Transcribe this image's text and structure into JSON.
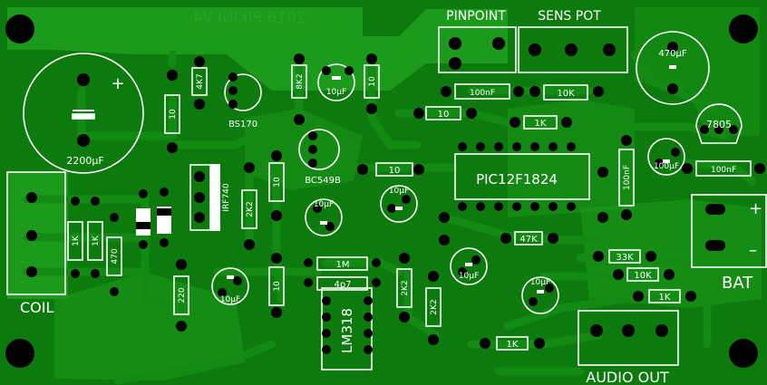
{
  "colors": {
    "board": "#0c7a0c",
    "copper": "#1c9a1c",
    "copper_dark": "#138a13",
    "silk": "#ffffff",
    "pad": "#000000",
    "ghost_text": "#2aa02a"
  },
  "board": {
    "ghost_title": "2016 PIKINI V4"
  },
  "headers": {
    "pinpoint": "PINPOINT",
    "sens_pot": "SENS POT",
    "coil": "COIL",
    "bat": "BAT",
    "bat_plus": "+",
    "bat_minus": "–",
    "audio_out": "AUDIO OUT"
  },
  "components": {
    "c_2200": "2200µF",
    "c_2200_plus": "+",
    "r_4k7": "4K7",
    "r_8k2": "8K2",
    "r_10_a": "10",
    "r_10_b": "10",
    "r_10_c": "10",
    "r_10_d": "10",
    "r_10_e": "10",
    "r_10_f": "10",
    "bs170": "BS170",
    "bc549b": "BC549B",
    "irf740": "IRF740",
    "r_2k2_a": "2K2",
    "r_2k2_b": "2K2",
    "r_2k2_c": "2K2",
    "r_1k_a": "1K",
    "r_1k_b": "1K",
    "r_470": "470",
    "r_220": "220",
    "c_10u_a": "10µF",
    "c_10u_b": "10µF",
    "c_10u_c": "10µF",
    "c_10u_d": "10µF",
    "c_10u_e": "10µF",
    "c_10u_f": "10µF",
    "c_100u": "100µF",
    "c_470u": "470µF",
    "r_1m": "1M",
    "c_4p7": "4p7",
    "lm318": "LM318",
    "pic": "PIC12F1824",
    "c_100n_a": "100nF",
    "c_100n_b": "100nF",
    "c_100n_c": "100nF",
    "r_10k_a": "10K",
    "r_10k_b": "10K",
    "r_1k_c": "1K",
    "r_1k_d": "1K",
    "r_1k_e": "1K",
    "r_47k": "47K",
    "r_33k": "33K",
    "reg_7805": "7805"
  }
}
